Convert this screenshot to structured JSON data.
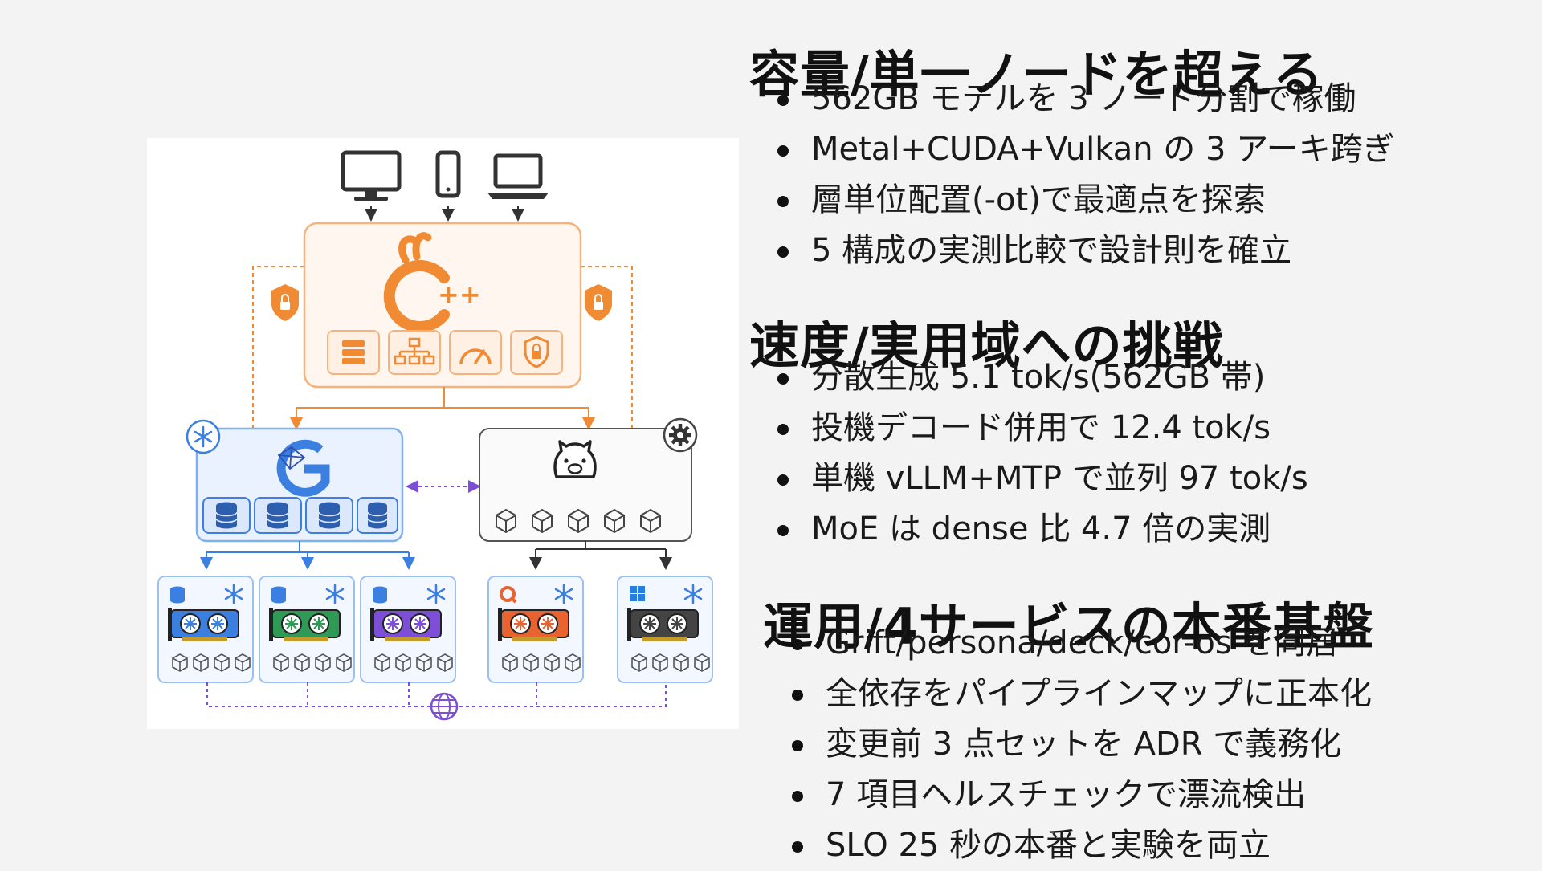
{
  "sections": [
    {
      "heading": "容量/単一ノードを超える",
      "bullets": [
        "562GB モデルを 3 ノード分割で稼働",
        "Metal+CUDA+Vulkan の 3 アーキ跨ぎ",
        "層単位配置(-ot)で最適点を探索",
        "5 構成の実測比較で設計則を確立"
      ]
    },
    {
      "heading": "速度/実用域への挑戦",
      "bullets": [
        "分散生成 5.1 tok/s(562GB 帯)",
        "投機デコード併用で 12.4 tok/s",
        "単機 vLLM+MTP で並列 97 tok/s",
        "MoE は dense 比 4.7 倍の実測"
      ]
    },
    {
      "heading": "運用/4サービスの本番基盤",
      "bullets": [
        "Grift/persona/deck/cor-os を同居",
        "全依存をパイプラインマップに正本化",
        "変更前 3 点セットを ADR で義務化",
        "7 項目ヘルスチェックで漂流検出",
        "SLO 25 秒の本番と実験を両立"
      ]
    }
  ],
  "diagram": {
    "core_logo_text": "++",
    "clients": [
      "desktop-monitor-icon",
      "smartphone-icon",
      "laptop-icon"
    ],
    "colors": {
      "orange": "#f08a33",
      "blue": "#3b7fe0",
      "purple": "#7d4fd8",
      "dark": "#333333"
    }
  }
}
